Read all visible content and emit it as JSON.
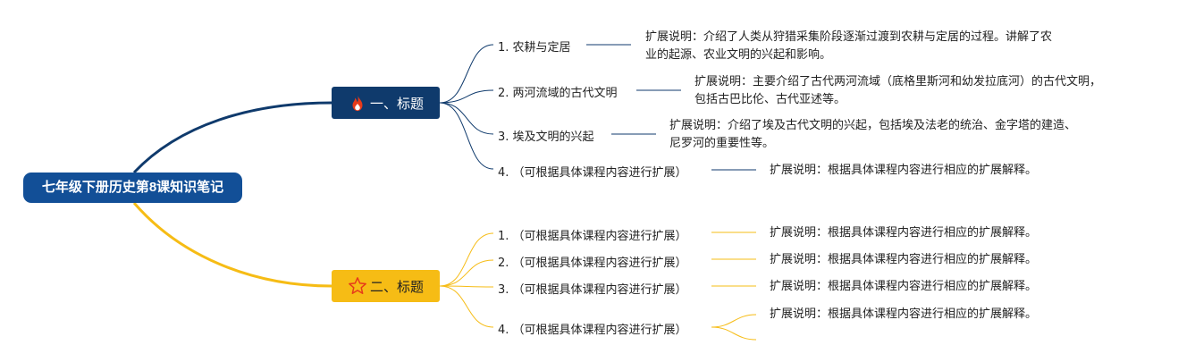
{
  "root": {
    "label": "七年级下册历史第8课知识笔记"
  },
  "branches": [
    {
      "label": "一、标题",
      "icon": "fire-icon",
      "color": "#0f3a6c",
      "items": [
        {
          "label": "1. 农耕与定居",
          "note": [
            "扩展说明：介绍了人类从狩猎采集阶段逐渐过渡到农耕与定居的过程。讲解了农",
            "业的起源、农业文明的兴起和影响。"
          ]
        },
        {
          "label": "2. 两河流域的古代文明",
          "note": [
            "扩展说明：主要介绍了古代两河流域（底格里斯河和幼发拉底河）的古代文明，",
            "包括古巴比伦、古代亚述等。"
          ]
        },
        {
          "label": "3. 埃及文明的兴起",
          "note": [
            "扩展说明：介绍了埃及古代文明的兴起，包括埃及法老的统治、金字塔的建造、",
            "尼罗河的重要性等。"
          ]
        },
        {
          "label": "4. （可根据具体课程内容进行扩展）",
          "note": [
            "扩展说明：根据具体课程内容进行相应的扩展解释。"
          ]
        }
      ]
    },
    {
      "label": "二、标题",
      "icon": "star-icon",
      "color": "#f6bc15",
      "items": [
        {
          "label": "1. （可根据具体课程内容进行扩展）",
          "note": [
            "扩展说明：根据具体课程内容进行相应的扩展解释。"
          ]
        },
        {
          "label": "2. （可根据具体课程内容进行扩展）",
          "note": [
            "扩展说明：根据具体课程内容进行相应的扩展解释。"
          ]
        },
        {
          "label": "3. （可根据具体课程内容进行扩展）",
          "note": [
            "扩展说明：根据具体课程内容进行相应的扩展解释。"
          ]
        },
        {
          "label": "4. （可根据具体课程内容进行扩展）",
          "note": [
            "扩展说明：根据具体课程内容进行相应的扩展解释。"
          ]
        }
      ]
    }
  ]
}
